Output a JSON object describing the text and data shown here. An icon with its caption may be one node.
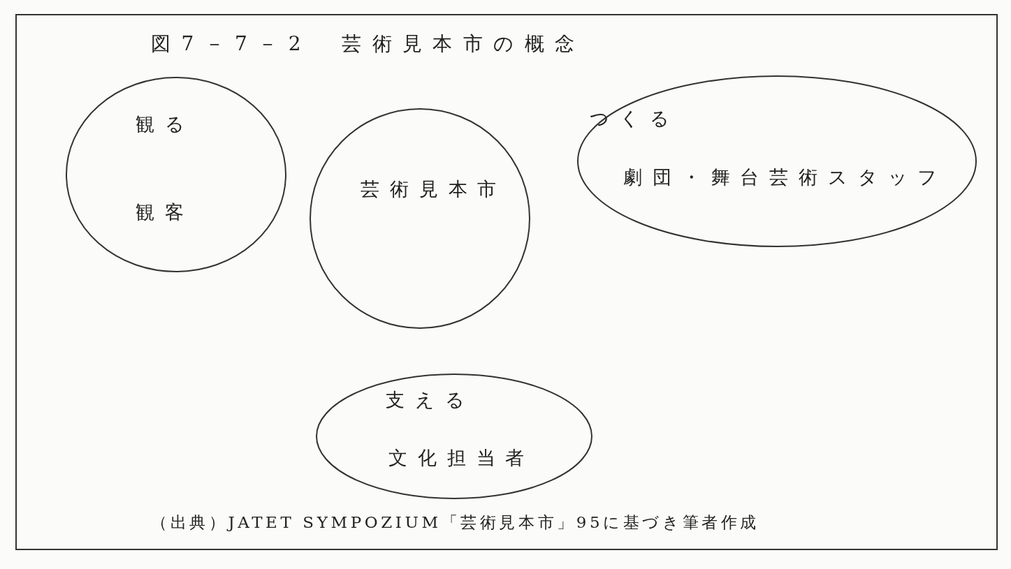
{
  "diagram": {
    "title": "図7－7－2　芸術見本市の概念",
    "nodes": [
      {
        "text": [
          "観る",
          "観客"
        ]
      },
      {
        "text": [
          "芸術見本市"
        ]
      },
      {
        "text": [
          "つくる",
          "劇団・舞台芸術スタッフ"
        ]
      },
      {
        "text": [
          "支える",
          "文化担当者"
        ]
      }
    ],
    "caption": "（出典）JATET SYMPOZIUM「芸術見本市」95に基づき筆者作成"
  }
}
